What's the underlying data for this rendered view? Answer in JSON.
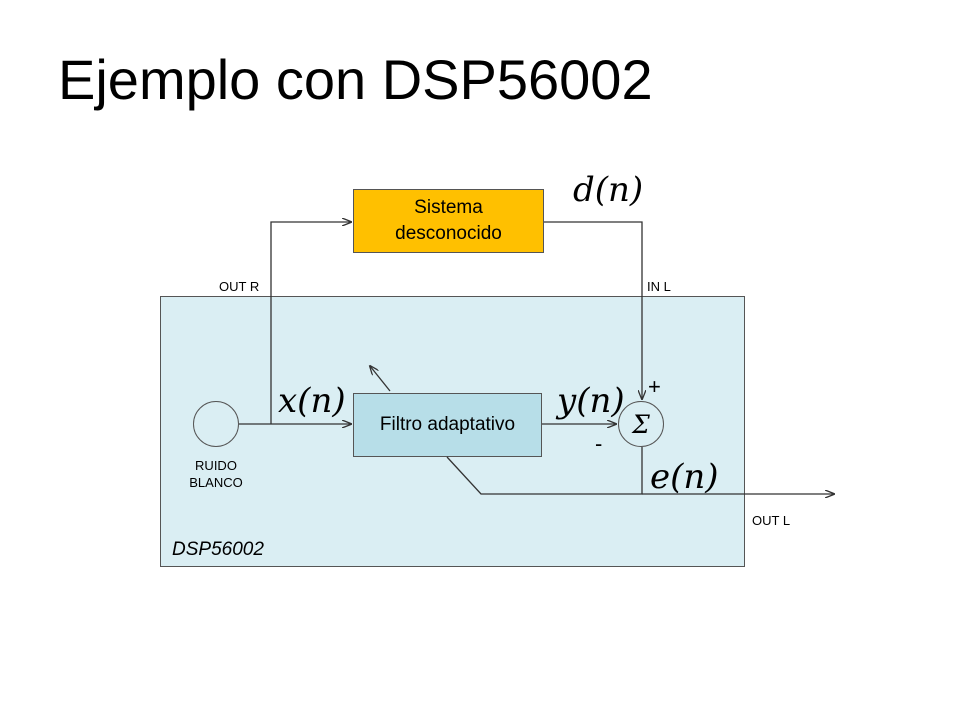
{
  "title": "Ejemplo con DSP56002",
  "blocks": {
    "system": {
      "line1": "Sistema",
      "line2": "desconocido",
      "color": "#ffc000"
    },
    "filter": {
      "label": "Filtro adaptativo",
      "color": "#b7dee8"
    },
    "dsp": {
      "label": "DSP56002",
      "color": "#daeef3"
    },
    "noise": {
      "line1": "RUIDO",
      "line2": "BLANCO"
    },
    "sum": {
      "symbol": "Σ",
      "plus": "+",
      "minus": "-"
    }
  },
  "ports": {
    "out_r": "OUT R",
    "in_l": "IN L",
    "out_l": "OUT L"
  },
  "signals": {
    "d": "d(n)",
    "x": "x(n)",
    "y": "y(n)",
    "e": "e(n)"
  }
}
